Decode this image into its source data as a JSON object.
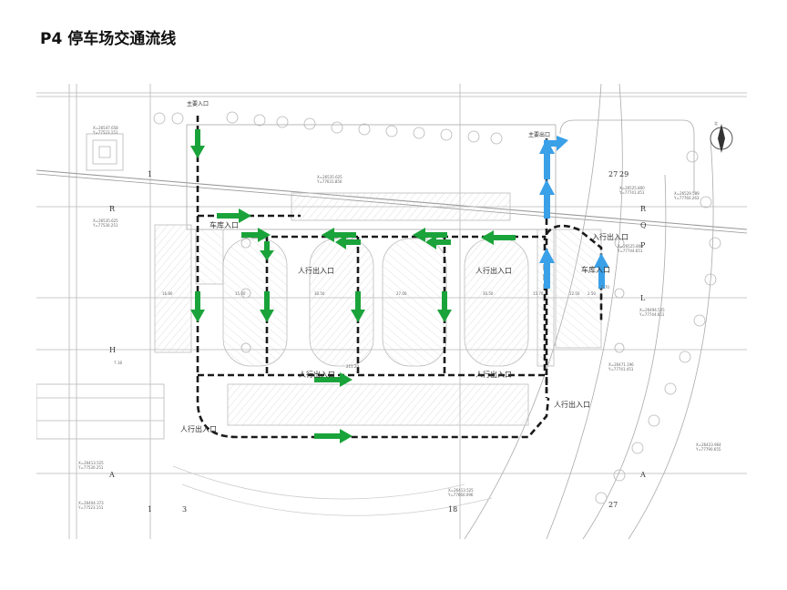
{
  "page_title": "P4 停车场交通流线",
  "labels": {
    "main_entrance": "主要入口",
    "main_exit": "主要出口",
    "garage_entrance_left": "车库入口",
    "garage_entrance_right": "车库入口",
    "garage_right_top": "入行出入口",
    "ped_1": "人行出入口",
    "ped_2": "人行出入口",
    "ped_3": "人行出入口",
    "ped_4": "人行出入口",
    "ped_5": "人行出入口",
    "ped_6": "人行出入口"
  },
  "axes": {
    "col_1": "1",
    "col_3": "3",
    "col_1b": "1",
    "col_18": "18",
    "col_27": "27",
    "col_29": "29",
    "col_27b": "27",
    "row_R": "R",
    "row_R2": "R",
    "row_Q": "Q",
    "row_P": "P",
    "row_L": "L",
    "row_H": "H",
    "row_A": "A",
    "row_A2": "A"
  },
  "dims": {
    "d1": "30.50",
    "d2": "27.00",
    "d3": "30.50",
    "d4": "15.70",
    "d5": "15.00",
    "d6": "16.80",
    "d7": "12.50",
    "d8": "2.50",
    "d9": "211.20",
    "d10": "7.18",
    "d11": "6.70"
  },
  "coords": {
    "c1a": "X=26547.658",
    "c1b": "Y=77523.151",
    "c2a": "X=26535.625",
    "c2b": "Y=77530.251",
    "c3a": "X=26535.625",
    "c3b": "Y=77631.850",
    "c4a": "X=26525.800",
    "c4b": "Y=77741.451",
    "c5a": "X=26529.589",
    "c5b": "Y=77760.263",
    "c6a": "X=26525.800",
    "c6b": "Y=77744.651",
    "c7a": "X=26494.525",
    "c7b": "Y=77744.651",
    "c8a": "X=26471.196",
    "c8b": "Y=77741.451",
    "c9a": "X=26413.525",
    "c9b": "Y=77530.251",
    "c10a": "X=26404.373",
    "c10b": "Y=77523.151",
    "c11a": "X=26413.525",
    "c11b": "Y=77660.096",
    "c12a": "X=26423.964",
    "c12b": "Y=77790.655"
  },
  "north_label": "北",
  "colors": {
    "entry_arrow": "#1aa33a",
    "exit_arrow": "#3aa0e8",
    "route": "#1a1a1a",
    "linework": "#b0b0b0"
  }
}
